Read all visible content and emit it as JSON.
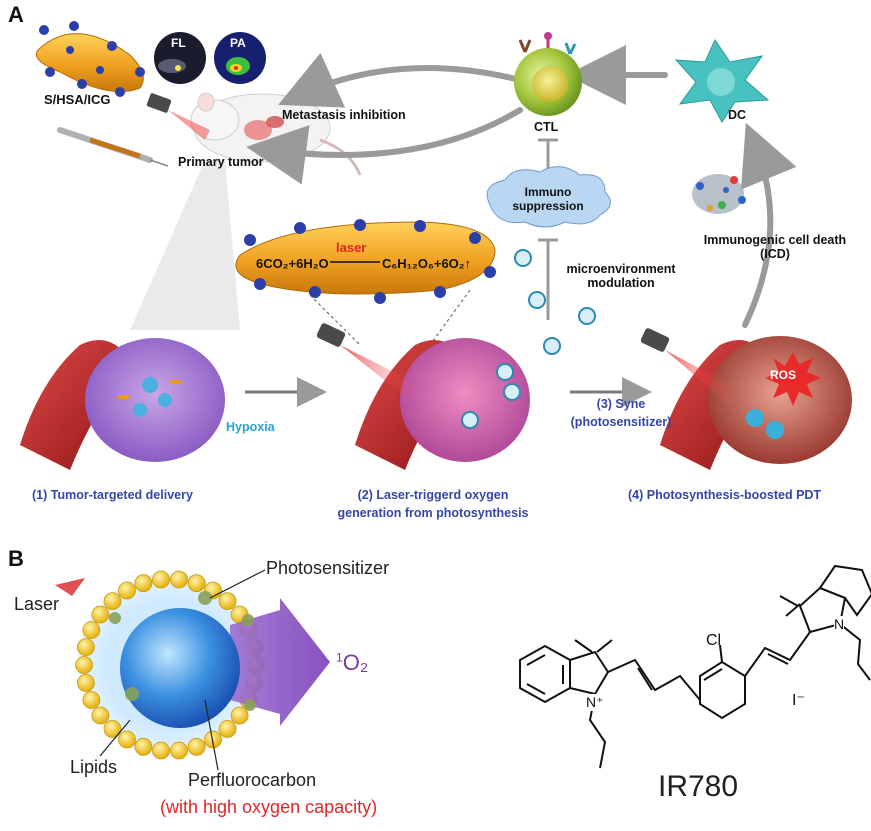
{
  "panel_a": {
    "label": "A",
    "top": {
      "formulation": "S/HSA/ICG",
      "fl": "FL",
      "pa": "PA",
      "metastasis": "Metastasis inhibition",
      "primary_tumor": "Primary tumor",
      "ctl": "CTL",
      "dc": "DC",
      "immuno_line1": "Immuno",
      "immuno_line2": "suppression",
      "icd_line1": "Immunogenic cell death",
      "icd_line2": "(ICD)",
      "micro_line1": "microenvironment",
      "micro_line2": "modulation",
      "laser": "laser",
      "equation_left": "6CO₂+6H₂O",
      "equation_right": "C₆H₁₂O₆+6O₂↑"
    },
    "steps": {
      "hypoxia": "Hypoxia",
      "step1": "(1) Tumor-targeted delivery",
      "step2_line1": "(2) Laser-triggerd oxygen",
      "step2_line2": "generation from photosynthesis",
      "step3_line1": "(3) Syne",
      "step3_line2": "(photosensitizer)",
      "step4": "(4) Photosynthesis-boosted PDT",
      "ros": "ROS"
    }
  },
  "panel_b": {
    "label": "B",
    "laser": "Laser",
    "photosensitizer": "Photosensitizer",
    "singlet_oxygen_sup": "1",
    "singlet_oxygen": "O₂",
    "lipids": "Lipids",
    "perfluorocarbon": "Perfluorocarbon",
    "capacity_open": "(",
    "capacity_text": "with high oxygen capacity",
    "capacity_close": ")",
    "molecule_name": "IR780",
    "cl": "Cl",
    "iodide": "I⁻",
    "n_plus": "N⁺",
    "n": "N"
  },
  "colors": {
    "step_label": "#3447a8",
    "hypoxia": "#2aa1d8",
    "capacity_red": "#e0262a",
    "singlet_purple": "#7b3a96",
    "arrow_gray": "#9a9a9a"
  }
}
